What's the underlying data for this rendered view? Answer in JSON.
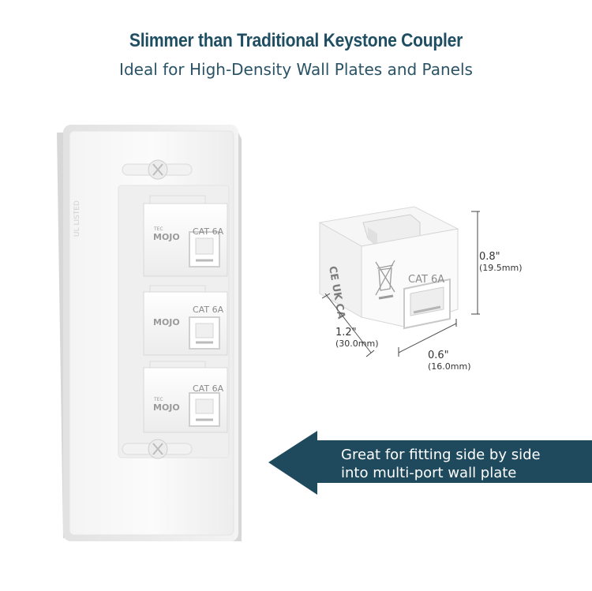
{
  "header": {
    "title": "Slimmer than Traditional Keystone Coupler",
    "subtitle": "Ideal for High-Density Wall Plates and Panels"
  },
  "wall_plate": {
    "jacks": [
      {
        "brand_top": "TEC",
        "brand": "MOJO",
        "label": "CAT 6A"
      },
      {
        "brand_top": "",
        "brand": "MOJO",
        "label": "CAT 6A"
      },
      {
        "brand_top": "TEC",
        "brand": "MOJO",
        "label": "CAT 6A"
      }
    ]
  },
  "coupler": {
    "label": "CAT 6A",
    "marks": "CE UK CA"
  },
  "dimensions": {
    "height": {
      "value": "0.8\"",
      "metric": "(19.5mm)"
    },
    "length": {
      "value": "1.2\"",
      "metric": "(30.0mm)"
    },
    "width": {
      "value": "0.6\"",
      "metric": "(16.0mm)"
    }
  },
  "callout": {
    "line1": "Great for fitting side by side",
    "line2": "into multi-port wall plate"
  },
  "colors": {
    "title": "#1f4e63",
    "callout_bg": "#1f4a5e"
  }
}
